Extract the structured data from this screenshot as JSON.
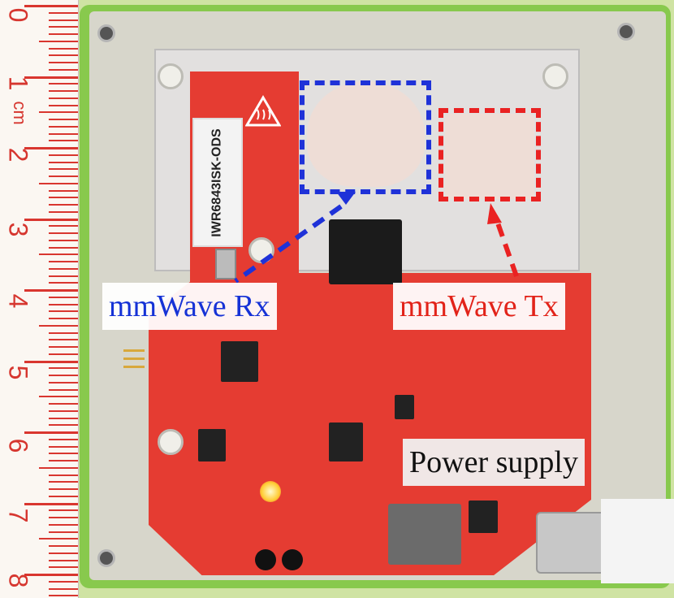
{
  "image": {
    "ruler": {
      "numbers": [
        "0",
        "1",
        "2",
        "3",
        "4",
        "5",
        "6",
        "7",
        "8"
      ],
      "unit": "cm",
      "color": "#d6362f"
    },
    "board": {
      "label": "IWR6843ISK-ODS"
    },
    "annotations": {
      "rx": {
        "text": "mmWave Rx",
        "color": "#1f32d8"
      },
      "tx": {
        "text": "mmWave Tx",
        "color": "#ea2222"
      },
      "power": {
        "text": "Power supply",
        "color": "#111111"
      }
    },
    "colors": {
      "enclosure": "#88c94d",
      "pcb": "#e53c32",
      "shield": "#e2e0df"
    }
  }
}
